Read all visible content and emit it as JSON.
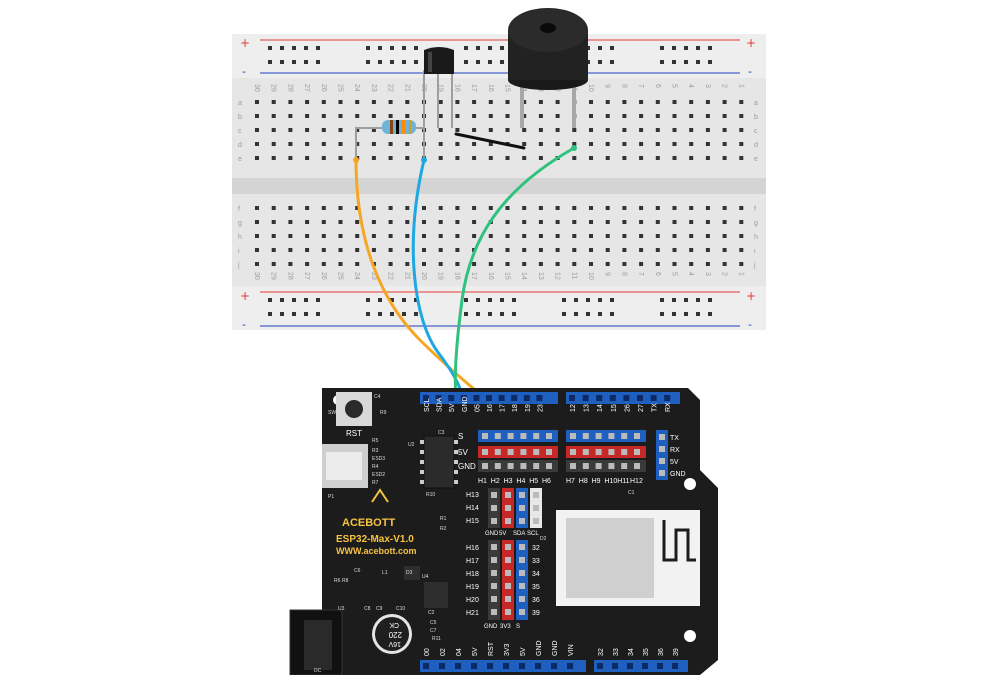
{
  "breadboard": {
    "column_numbers": [
      "30",
      "29",
      "28",
      "27",
      "26",
      "25",
      "24",
      "23",
      "22",
      "21",
      "20",
      "19",
      "18",
      "17",
      "16",
      "15",
      "14",
      "13",
      "12",
      "11",
      "10",
      "9",
      "8",
      "7",
      "6",
      "5",
      "4",
      "3",
      "2",
      "1"
    ],
    "top_letters": [
      "a",
      "b",
      "c",
      "d",
      "e"
    ],
    "bottom_letters": [
      "f",
      "g",
      "h",
      "i",
      "j"
    ],
    "plus_sign": "+",
    "minus_sign": "-"
  },
  "board": {
    "brand": "ACEBOTT",
    "model": "ESP32-Max-V1.0",
    "website": "WWW.acebott.com",
    "reset_label": "RST",
    "top_header_left": [
      "SCL",
      "SDA",
      "5V",
      "GND",
      "05",
      "16",
      "17",
      "18",
      "19",
      "23"
    ],
    "top_header_right": [
      "12",
      "13",
      "14",
      "15",
      "26",
      "27",
      "TX",
      "RX"
    ],
    "row_labels": [
      "S",
      "5V",
      "GND"
    ],
    "header_h_left": [
      "H1",
      "H2",
      "H3",
      "H4",
      "H5",
      "H6"
    ],
    "header_h_right": [
      "H7",
      "H8",
      "H9",
      "H10",
      "H11",
      "H12"
    ],
    "side_labels": [
      "TX",
      "RX",
      "5V",
      "GND"
    ],
    "h_rows_top": [
      "H13",
      "H14",
      "H15"
    ],
    "i2c_labels": [
      "GND",
      "5V",
      "SDA",
      "SCL"
    ],
    "h_rows_bottom": [
      "H16",
      "H17",
      "H18",
      "H19",
      "H20",
      "H21"
    ],
    "gpio_right": [
      "32",
      "33",
      "34",
      "35",
      "36",
      "39"
    ],
    "bottom_col_labels": [
      "GND",
      "3V3",
      "S"
    ],
    "bottom_header_left": [
      "00",
      "02",
      "04",
      "5V",
      "RST",
      "3V3",
      "5V",
      "GND",
      "GND",
      "VIN"
    ],
    "bottom_header_right": [
      "32",
      "33",
      "34",
      "35",
      "36",
      "39"
    ],
    "capacitor_text": [
      "16V",
      "220",
      "CK"
    ],
    "small_labels": [
      "SW1",
      "C4",
      "R9",
      "C3",
      "U2",
      "R5",
      "R3",
      "ESD3",
      "R4",
      "ESD2",
      "R7",
      "P1",
      "C6",
      "R6",
      "R8",
      "L1",
      "D3",
      "U3",
      "C8",
      "C9",
      "C10",
      "U4",
      "C2",
      "C5",
      "C7",
      "R11",
      "R10",
      "C1",
      "D2",
      "R1",
      "R2",
      "DC"
    ]
  },
  "colors": {
    "wire_orange": "#f5a623",
    "wire_blue": "#1ea7e1",
    "wire_green": "#2ec27e",
    "pcb": "#1c1c1c",
    "header_blue": "#1f5fbf",
    "rail_red": "#e53935",
    "rail_blue": "#1e3fbf"
  }
}
